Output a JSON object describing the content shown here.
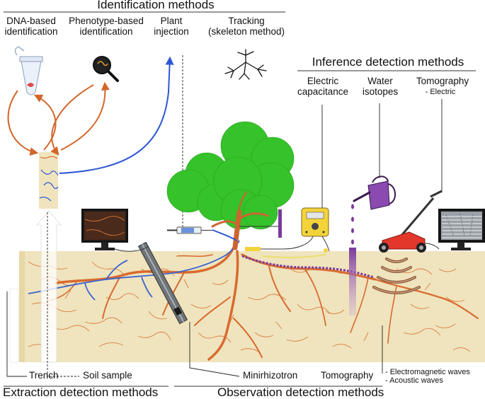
{
  "headings": {
    "identification": "Identification methods",
    "inference": "Inference detection methods",
    "extraction": "Extraction detection methods",
    "observation": "Observation detection methods"
  },
  "identification_methods": {
    "dna": "DNA-based\nidentification",
    "phenotype": "Phenotype-based\nidentification",
    "injection": "Plant\ninjection",
    "tracking": "Tracking\n(skeleton method)"
  },
  "inference_methods": {
    "capacitance": "Electric\ncapacitance",
    "isotopes": "Water\nisotopes",
    "tomography": "Tomography",
    "tomography_sub": "- Electric"
  },
  "bottom_labels": {
    "trench": "Trench",
    "soil_sample": "Soil sample",
    "minirhizotron": "Minirhizotron",
    "tomography": "Tomography",
    "waves": "- Electromagnetic waves\n- Acoustic waves"
  },
  "colors": {
    "soil": "#efe4bd",
    "root": "#d96a2e",
    "tree": "#35c22a",
    "trunk": "#cc6630",
    "arrow_orange": "#d2672c",
    "arrow_blue": "#2f58d6",
    "purple": "#7a3a9c",
    "meter": "#f3d33a",
    "mower": "#e2372b"
  }
}
